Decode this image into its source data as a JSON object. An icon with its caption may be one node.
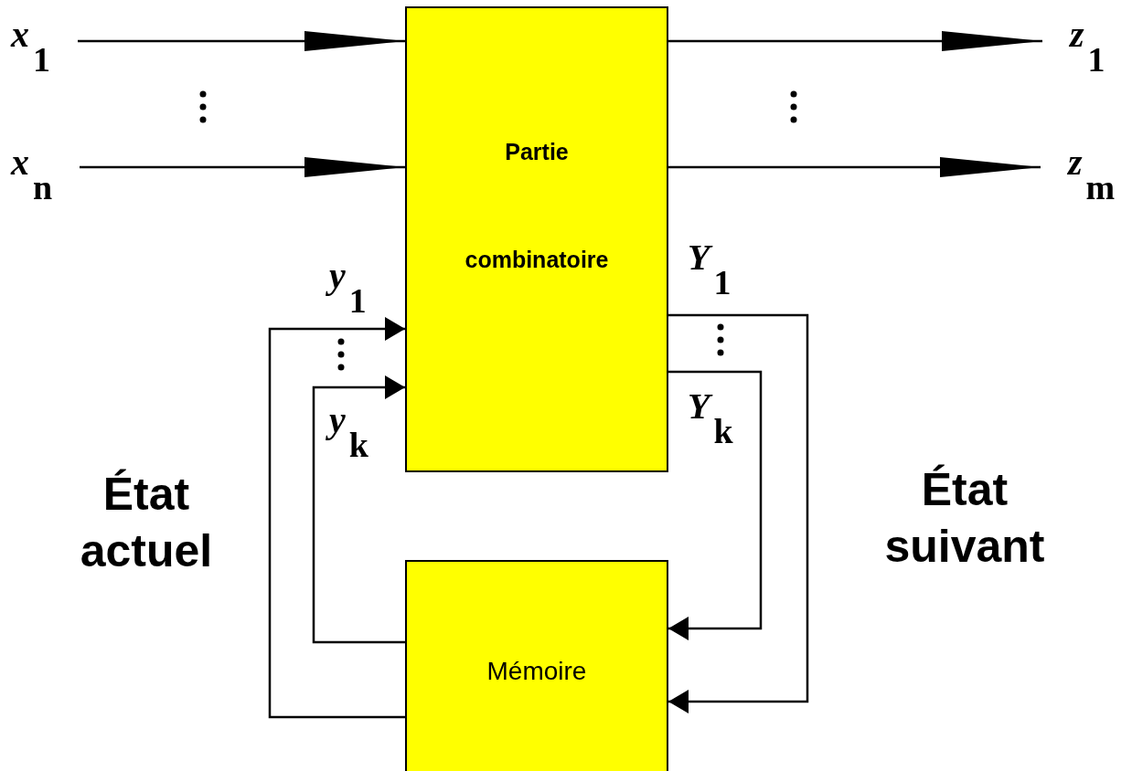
{
  "diagram": {
    "nodes": [
      {
        "text": [
          "*x*$_{1}$"
        ]
      },
      {
        "text": [
          "*x*$_{n}$"
        ]
      },
      {
        "text": [
          "Partie combinatoire"
        ]
      },
      {
        "text": [
          "*z*$_{1}$"
        ]
      },
      {
        "text": [
          "*z*$_{m}$"
        ]
      },
      {
        "text": [
          "Mémoire"
        ]
      }
    ],
    "edges": [
      {
        "from": 0,
        "to": 2,
        "arrow": "to"
      },
      {
        "from": 1,
        "to": 2,
        "arrow": "to"
      },
      {
        "from": 2,
        "to": 3,
        "arrow": "to"
      },
      {
        "from": 2,
        "to": 4,
        "arrow": "to"
      },
      {
        "from": 5,
        "to": 2,
        "arrow": "to",
        "label": "*y*$_{1}$"
      },
      {
        "from": 5,
        "to": 2,
        "arrow": "to",
        "label": "*y*$_{k}$"
      },
      {
        "from": 2,
        "to": 5,
        "arrow": "to",
        "label": "*Y*$_{1}$"
      },
      {
        "from": 2,
        "to": 5,
        "arrow": "to",
        "label": "*Y*$_{k}$"
      }
    ],
    "labels": [
      "État actuel",
      "État suivant"
    ]
  }
}
